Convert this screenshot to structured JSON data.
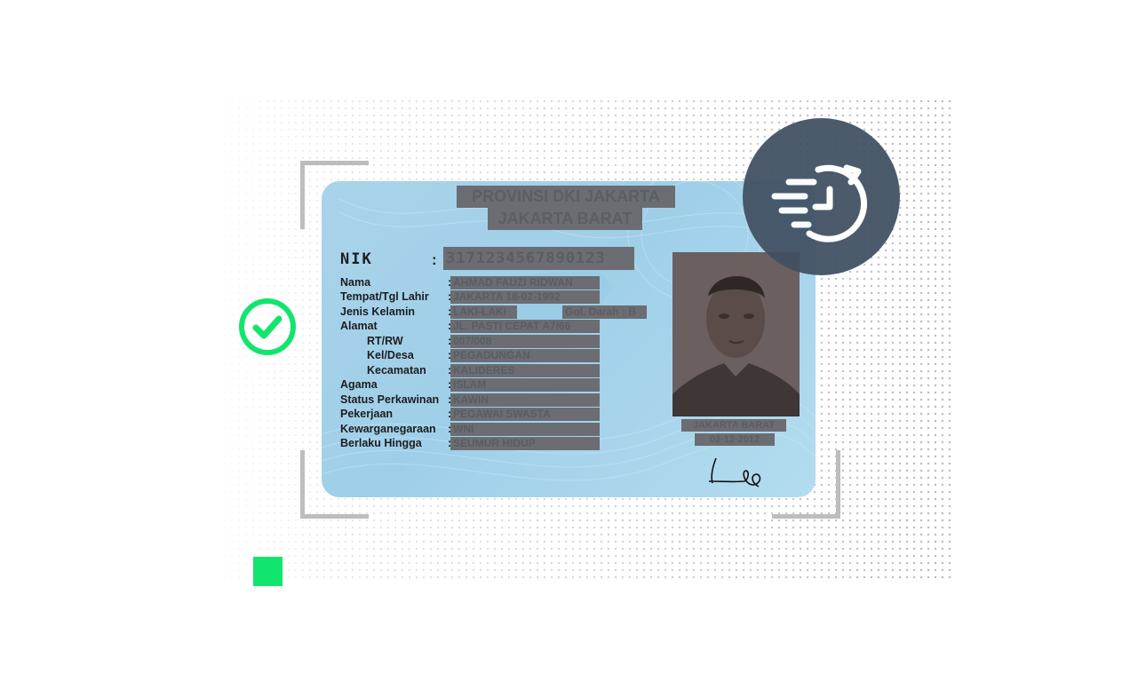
{
  "card": {
    "province": "PROVINSI DKI JAKARTA",
    "city": "JAKARTA BARAT",
    "nik_label": "NIK",
    "nik_value": "3171234567890123",
    "fields": [
      {
        "label": "Nama",
        "value": "AHMAD FAUZI RIDWAN"
      },
      {
        "label": "Tempat/Tgl Lahir",
        "value": "JAKARTA 18-02-1992"
      },
      {
        "label": "Jenis Kelamin",
        "value": "LAKI-LAKI"
      },
      {
        "label": "Alamat",
        "value": "JL. PASTI CEPAT A7/66"
      },
      {
        "label": "RT/RW",
        "value": "007/008"
      },
      {
        "label": "Kel/Desa",
        "value": "PEGADUNGAN"
      },
      {
        "label": "Kecamatan",
        "value": "KALIDERES"
      },
      {
        "label": "Agama",
        "value": "ISLAM"
      },
      {
        "label": "Status Perkawinan",
        "value": "KAWIN"
      },
      {
        "label": "Pekerjaan",
        "value": "PEGAWAI SWASTA"
      },
      {
        "label": "Kewarganegaraan",
        "value": "WNI"
      },
      {
        "label": "Berlaku Hingga",
        "value": "SEUMUR HIDUP"
      }
    ],
    "blood_type": "Gol. Darah : B",
    "issue_city": "JAKARTA BARAT",
    "issue_date": "02-12-2012"
  },
  "icons": {
    "verified": "check-circle-icon",
    "scan": "fast-rotate-icon"
  },
  "colors": {
    "accent_green": "#12e56d",
    "badge_navy": "#3f4f61",
    "card_blue": "#a9d3ea",
    "redaction_gray": "#6b6d72"
  }
}
